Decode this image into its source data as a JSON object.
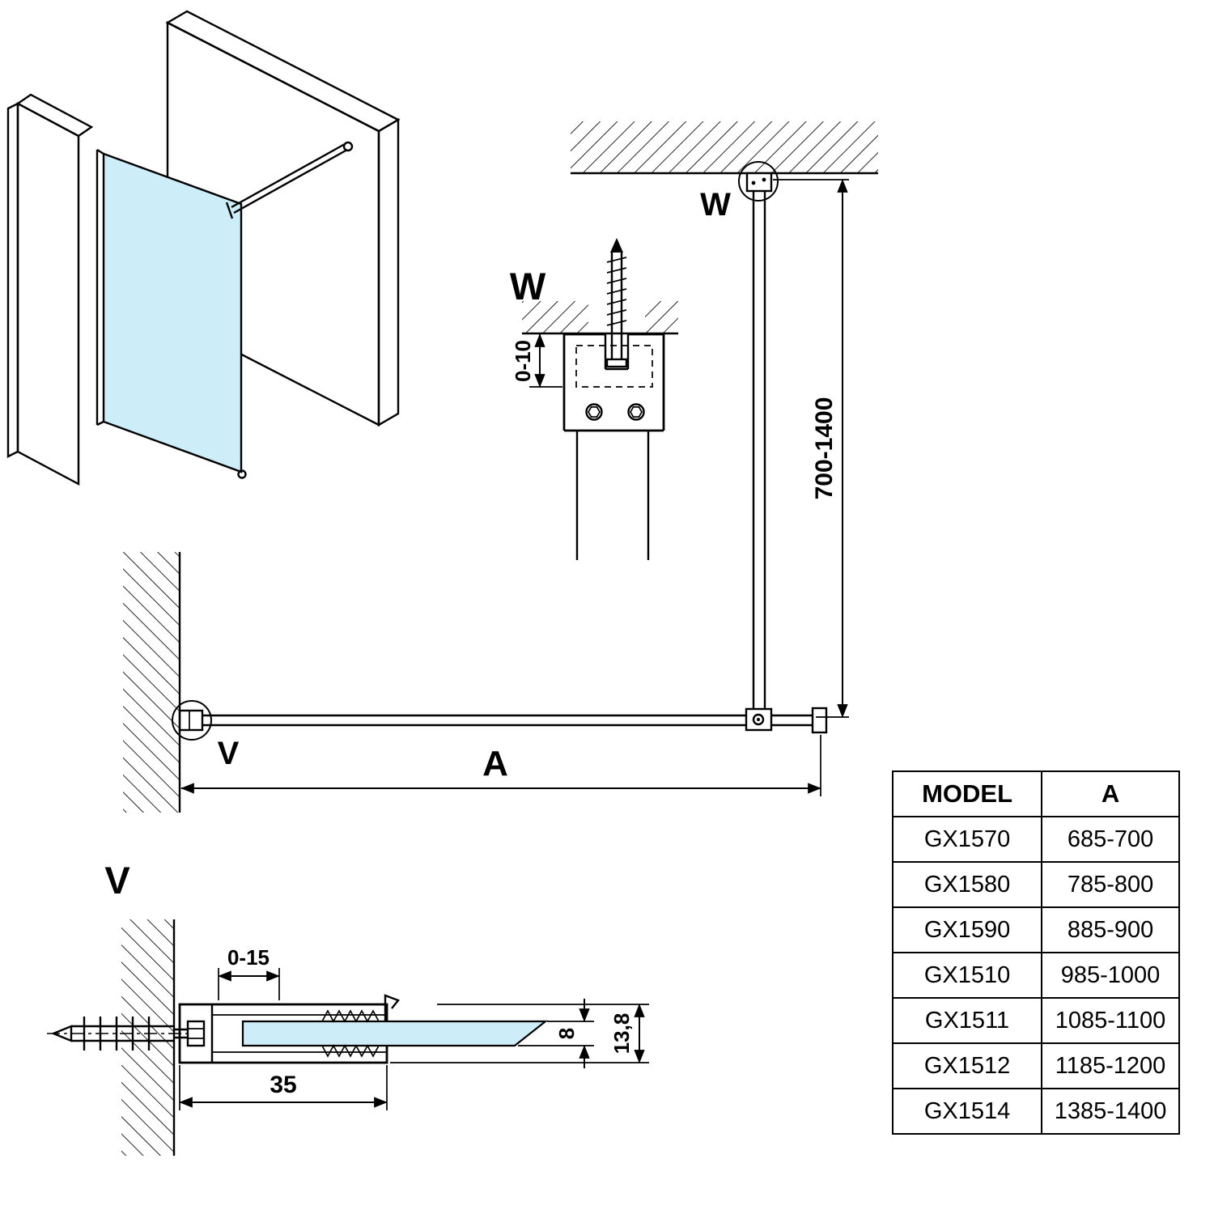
{
  "colors": {
    "line": "#000000",
    "glass_fill": "#cdeef8"
  },
  "labels": {
    "detail_w_title": "W",
    "detail_w_ref": "W",
    "detail_v_title": "V",
    "detail_v_ref": "V",
    "dim_a": "A",
    "dim_bar_length": "700-1400",
    "dim_bracket_inset": "0-10",
    "dim_profile_play": "0-15",
    "dim_profile_width": "35",
    "dim_glass_thickness": "8",
    "dim_profile_height": "13,8"
  },
  "table": {
    "headers": [
      "MODEL",
      "A"
    ],
    "rows": [
      [
        "GX1570",
        "685-700"
      ],
      [
        "GX1580",
        "785-800"
      ],
      [
        "GX1590",
        "885-900"
      ],
      [
        "GX1510",
        "985-1000"
      ],
      [
        "GX1511",
        "1085-1100"
      ],
      [
        "GX1512",
        "1185-1200"
      ],
      [
        "GX1514",
        "1385-1400"
      ]
    ]
  }
}
